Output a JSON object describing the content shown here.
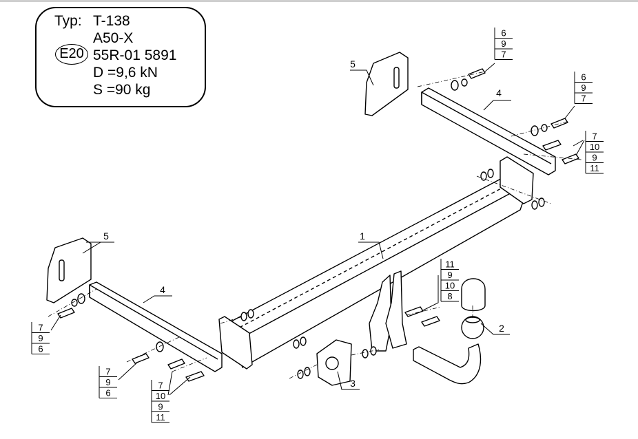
{
  "spec": {
    "typ_label": "Typ:",
    "type": "T-138",
    "model": "A50-X",
    "mark": "E20",
    "approval": "55R-01 5891",
    "d_value": "D =9,6 kN",
    "s_value": "S =90 kg"
  },
  "callouts": {
    "part1": "1",
    "part2": "2",
    "part3": "3",
    "part4_upper": "4",
    "part4_lower": "4",
    "part5_upper": "5",
    "part5_lower": "5"
  },
  "stacks": {
    "top_a": [
      "6",
      "9",
      "7"
    ],
    "top_b": [
      "6",
      "9",
      "7"
    ],
    "right": [
      "7",
      "10",
      "9",
      "11"
    ],
    "ball": [
      "11",
      "9",
      "10",
      "8"
    ],
    "left_a": [
      "7",
      "9",
      "6"
    ],
    "left_b": [
      "7",
      "9",
      "6"
    ],
    "left_c": [
      "7",
      "10",
      "9",
      "11"
    ]
  }
}
